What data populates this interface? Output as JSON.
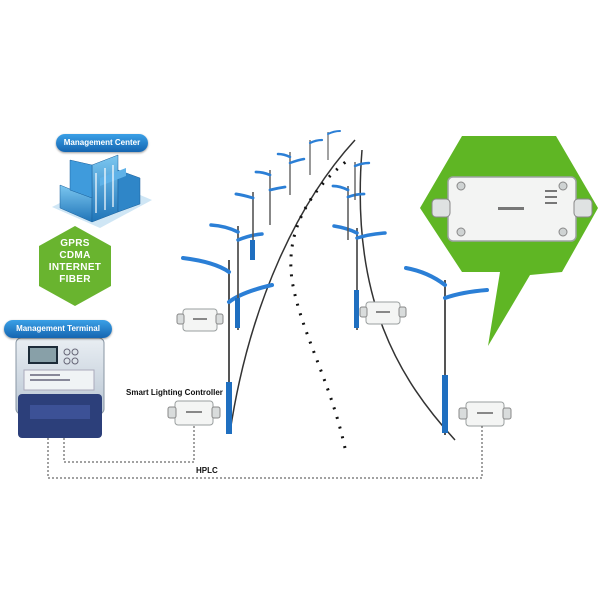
{
  "labels": {
    "management_center": "Management Center",
    "management_terminal": "Management Terminal",
    "smart_lighting_controller": "Smart Lighting Controller",
    "hplc": "HPLC"
  },
  "network_types": [
    "GPRS",
    "CDMA",
    "INTERNET",
    "FIBER"
  ],
  "colors": {
    "pill_blue": "#1e7fd0",
    "hexagon_green": "#69b42f",
    "callout_green": "#5fb624",
    "pole_blue": "#1f6fc0",
    "lamp_blue": "#2b7fd6"
  },
  "icons": [
    "building-icon",
    "meter-icon",
    "controller-icon",
    "street-lamp-icon"
  ]
}
